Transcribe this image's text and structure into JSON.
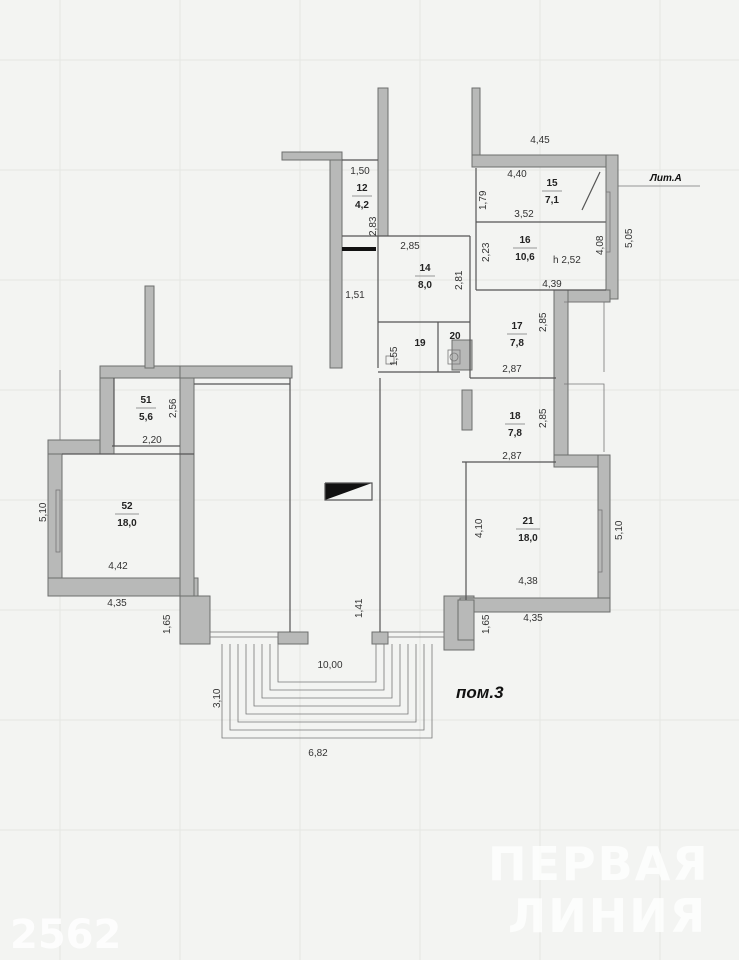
{
  "plan": {
    "title": "пом.3",
    "building_label": "Лит.А",
    "rooms": [
      {
        "number": "12",
        "area": "4,2"
      },
      {
        "number": "14",
        "area": "8,0"
      },
      {
        "number": "15",
        "area": "7,1"
      },
      {
        "number": "16",
        "area": "10,6"
      },
      {
        "number": "17",
        "area": "7,8"
      },
      {
        "number": "18",
        "area": "7,8"
      },
      {
        "number": "19",
        "area": ""
      },
      {
        "number": "20",
        "area": ""
      },
      {
        "number": "21",
        "area": "18,0"
      },
      {
        "number": "51",
        "area": "5,6"
      },
      {
        "number": "52",
        "area": "18,0"
      }
    ],
    "dimensions": {
      "d_1_50": "1,50",
      "d_2_83": "2,83",
      "d_4_45": "4,45",
      "d_4_40": "4,40",
      "d_1_79": "1,79",
      "d_3_52": "3,52",
      "d_5_05": "5,05",
      "d_4_08": "4,08",
      "d_2_23": "2,23",
      "d_h_2_52": "h 2,52",
      "d_2_85_14": "2,85",
      "d_2_81": "2,81",
      "d_4_39": "4,39",
      "d_1_51": "1,51",
      "d_2_85_17": "2,85",
      "d_1_55": "1,55",
      "d_2_87_a": "2,87",
      "d_2_56": "2,56",
      "d_2_85_18": "2,85",
      "d_2_20": "2,20",
      "d_2_87_b": "2,87",
      "d_5_10_left": "5,10",
      "d_4_10": "4,10",
      "d_5_10_right": "5,10",
      "d_4_42": "4,42",
      "d_4_38": "4,38",
      "d_4_35_left": "4,35",
      "d_4_35_right": "4,35",
      "d_1_65_left": "1,65",
      "d_1_41": "1,41",
      "d_1_65_right": "1,65",
      "d_10_00": "10,00",
      "d_3_10": "3,10",
      "d_6_82": "6,82"
    }
  },
  "watermark": {
    "line1": "ПЕРВАЯ",
    "line2": "ЛИНИЯ",
    "listing_number": "2562"
  },
  "colors": {
    "paper": "#f3f4f2",
    "wall_fill": "#b8b9b8",
    "line": "#555555"
  }
}
